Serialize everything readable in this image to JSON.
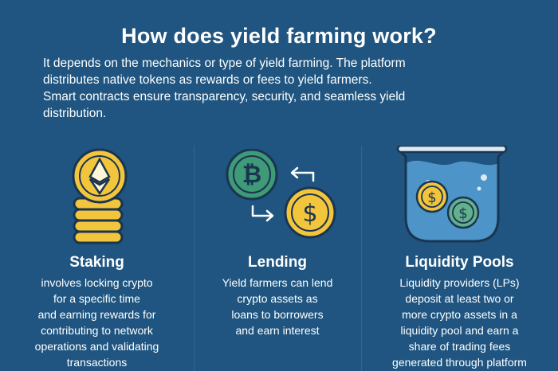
{
  "title": "How does yield farming work?",
  "intro": [
    "It depends on the mechanics or type of yield farming. The platform",
    "distributes native tokens as rewards or fees to yield farmers.",
    "Smart contracts ensure transparency, security, and seamless yield",
    "distribution."
  ],
  "columns": [
    {
      "icon": "ethereum-coin-stack-icon",
      "title": "Staking",
      "lines": [
        "involves locking crypto",
        "for a specific time",
        "and earning rewards for",
        "contributing to network",
        "operations and validating",
        "transactions"
      ]
    },
    {
      "icon": "bitcoin-dollar-exchange-icon",
      "title": "Lending",
      "lines": [
        "Yield farmers can lend",
        "crypto assets as",
        "loans to borrowers",
        "and earn interest"
      ]
    },
    {
      "icon": "liquidity-pool-beaker-icon",
      "title": "Liquidity Pools",
      "lines": [
        "Liquidity providers (LPs)",
        "deposit at least two or",
        "more crypto assets in a",
        "liquidity pool and earn a",
        "share of trading fees",
        "generated through platform"
      ]
    }
  ],
  "colors": {
    "background": "#1f5580",
    "coin_gold": "#f2c53d",
    "coin_outline": "#1a3550",
    "bitcoin_green": "#3f9a78",
    "water_blue": "#4d94c8"
  }
}
